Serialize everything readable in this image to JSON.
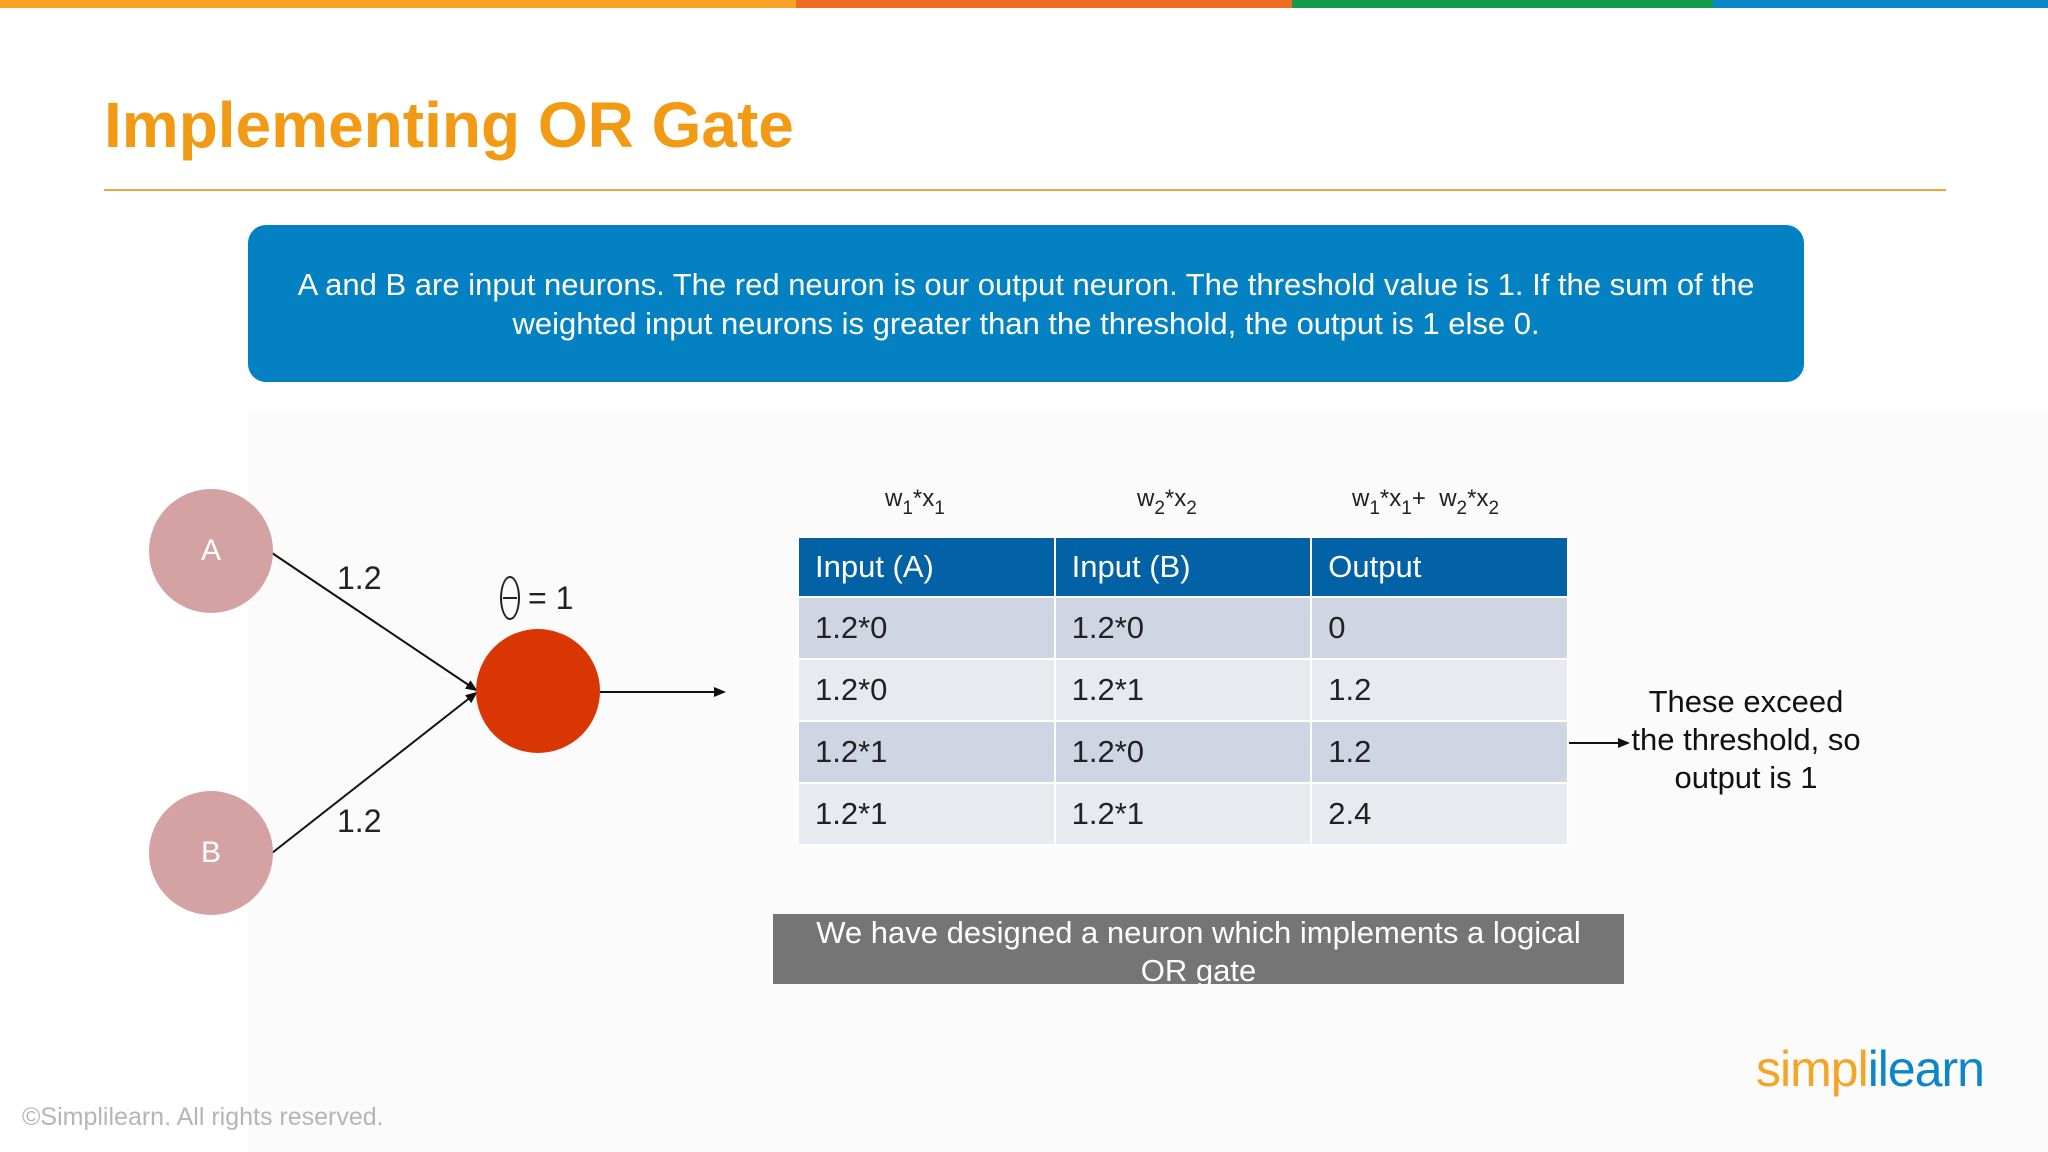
{
  "theme": {
    "top_bar_colors": [
      "#f7a325",
      "#ef6d23",
      "#129b48",
      "#0c86c9"
    ],
    "title_color": "#f29a13",
    "banner_color": "#0481c3",
    "output_neuron_color": "#d93603",
    "input_neuron_color": "#d4a2a2",
    "table_header_color": "#0362a5"
  },
  "title": "Implementing OR Gate",
  "banner": {
    "line1": "A and B are input neurons. The red neuron is our output neuron. The threshold value is 1. If the sum of the",
    "line2": "weighted input neurons is greater than the threshold, the output is 1 else 0."
  },
  "network": {
    "input_a": "A",
    "input_b": "B",
    "weight_a": "1.2",
    "weight_b": "1.2",
    "threshold_text": "= 1",
    "threshold_icon": "theta-icon"
  },
  "formulas": {
    "col1": {
      "w": "w",
      "x": "*x",
      "sub_w": "1",
      "sub_x": "1"
    },
    "col2": {
      "w": "w",
      "x": "*x",
      "sub_w": "2",
      "sub_x": "2"
    },
    "col3": {
      "w1": "w",
      "x1": "*x",
      "sub_w1": "1",
      "sub_x1": "1",
      "plus": "+",
      "w2": "w",
      "x2": "*x",
      "sub_w2": "2",
      "sub_x2": "2"
    }
  },
  "table": {
    "headers": [
      "Input (A)",
      "Input (B)",
      "Output"
    ],
    "rows": [
      [
        "1.2*0",
        "1.2*0",
        "0"
      ],
      [
        "1.2*0",
        "1.2*1",
        "1.2"
      ],
      [
        "1.2*1",
        "1.2*0",
        "1.2"
      ],
      [
        "1.2*1",
        "1.2*1",
        "2.4"
      ]
    ]
  },
  "note": {
    "line1": "These exceed",
    "line2": "the threshold, so",
    "line3": "output is 1"
  },
  "summary": {
    "line1": "We have designed a neuron which implements a logical",
    "line2": "OR gate"
  },
  "footer": {
    "copyright": "©Simplilearn. All rights reserved.",
    "logo_part1": "simpl",
    "logo_part2": "i",
    "logo_part3": "learn"
  }
}
